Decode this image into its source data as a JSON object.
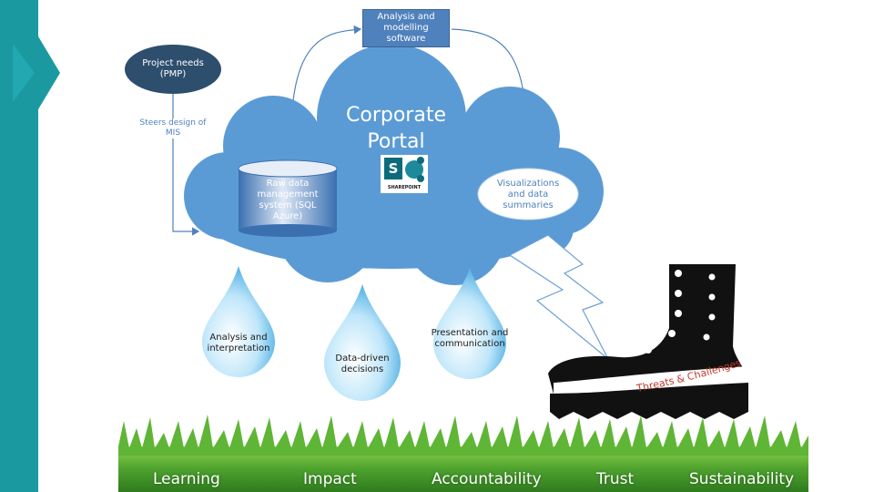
{
  "diagram": {
    "project_needs": "Project needs (PMP)",
    "steers_design": "Steers design of MIS",
    "analysis_software": "Analysis and modelling software",
    "cloud_title": "Corporate Portal",
    "sharepoint_label": "SHAREPOINT",
    "sharepoint_letter": "S",
    "raw_data_system": "Raw data management system (SQL Azure)",
    "visualizations": "Visualizations and data summaries",
    "drop_analysis": "Analysis and interpretation",
    "drop_decisions": "Data-driven decisions",
    "drop_presentation": "Presentation and communication",
    "boot_text": "Threats & Challenges"
  },
  "values": [
    "Learning",
    "Impact",
    "Accountability",
    "Trust",
    "Sustainability"
  ],
  "colors": {
    "left_bar": "#1a9aa0",
    "cloud": "#5b9bd5",
    "dark_node": "#2e4e6e",
    "box": "#4f81bd",
    "drop": "#5bb8e8",
    "grass": "#4aa02c"
  }
}
